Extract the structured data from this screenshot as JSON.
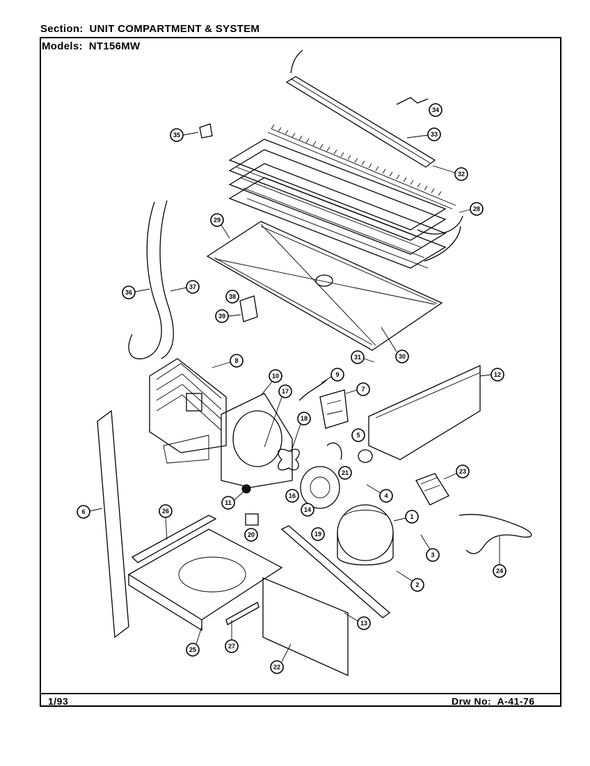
{
  "header": {
    "section_label": "Section:",
    "section_value": "UNIT COMPARTMENT & SYSTEM",
    "models_label": "Models:",
    "models_value": "NT156MW"
  },
  "footer": {
    "date": "1/93",
    "drawing_label": "Drw No:",
    "drawing_number": "A-41-76"
  },
  "callouts": [
    "1",
    "2",
    "3",
    "4",
    "5",
    "6",
    "7",
    "8",
    "9",
    "10",
    "11",
    "12",
    "13",
    "14",
    "16",
    "17",
    "18",
    "19",
    "20",
    "21",
    "22",
    "23",
    "24",
    "25",
    "26",
    "27",
    "28",
    "29",
    "30",
    "31",
    "32",
    "33",
    "34",
    "35",
    "36",
    "37",
    "38",
    "39"
  ]
}
